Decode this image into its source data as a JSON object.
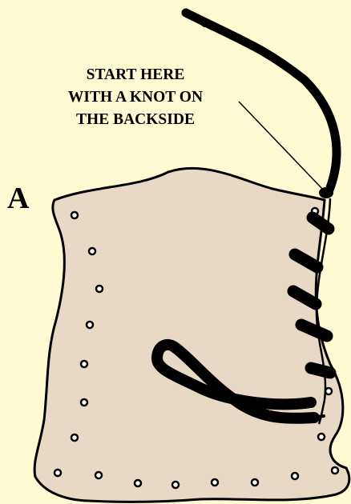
{
  "diagram": {
    "step_letter": "A",
    "callout_lines": [
      "START HERE",
      "WITH A KNOT ON",
      "THE BACKSIDE"
    ],
    "colors": {
      "background": "#fffad2",
      "leather": "#e8d8c6",
      "outline": "#000000",
      "lace": "#000000",
      "hole_fill": "#ffffff"
    },
    "lacing_holes_count": 18,
    "icons": [
      "leather-piece",
      "lace-cord",
      "lacing-hole",
      "knot"
    ]
  }
}
